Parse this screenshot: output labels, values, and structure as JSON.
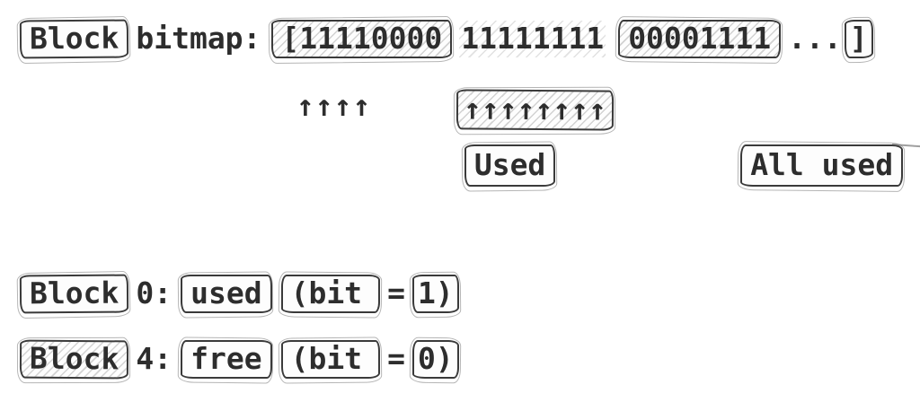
{
  "colors": {
    "background": "#ffffff",
    "ink": "#2d2d2d",
    "hatch": "#6e6e6e"
  },
  "bitmap_line": {
    "block_label": "Block",
    "bitmap_label": "bitmap:",
    "byte_open": "[11110000",
    "byte2": "11111111",
    "byte3": "00001111",
    "ellipsis": "...",
    "close_bracket": "]"
  },
  "annotations": {
    "used_arrows": "↑↑↑↑",
    "all_used_arrows": "↑↑↑↑↑↑↑↑",
    "used_label": "Used",
    "all_used_label": "All used"
  },
  "block_rows": [
    {
      "block_label": "Block",
      "number": "0:",
      "status": "used",
      "bit_expr": "(bit",
      "equals": "=",
      "bit_value": "1)"
    },
    {
      "block_label": "Block",
      "number": "4:",
      "status": "free",
      "bit_expr": "(bit",
      "equals": "=",
      "bit_value": "0)"
    }
  ]
}
